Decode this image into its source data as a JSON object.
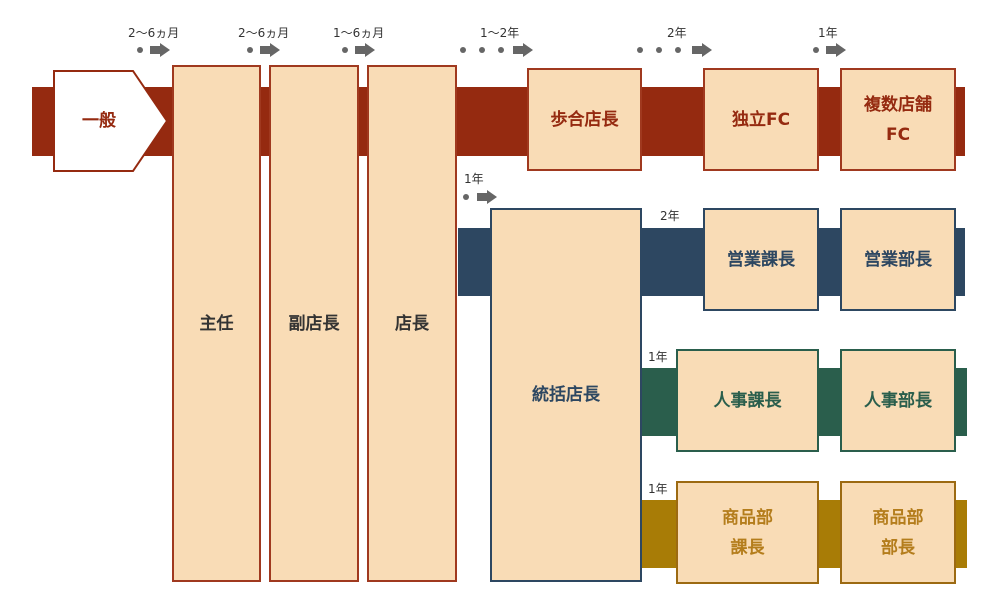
{
  "colors": {
    "main_track": "#952a10",
    "management_track": "#2d4761",
    "hr_track": "#2a5e4c",
    "merch_track": "#a87c06",
    "box_fill": "#f9dcb6",
    "arrow": "#666666"
  },
  "positions": {
    "general": "一般",
    "chief": "主任",
    "vice_manager": "副店長",
    "store_manager": "店長",
    "commission_manager": "歩合店長",
    "independent_fc": "独立FC",
    "multi_store_fc": "複数店舗\nFC",
    "general_manager": "統括店長",
    "sales_section_chief": "営業課長",
    "sales_dept_head": "営業部長",
    "hr_section_chief": "人事課長",
    "hr_dept_head": "人事部長",
    "merch_section_chief": "商品部\n課長",
    "merch_dept_head": "商品部\n部長"
  },
  "durations": {
    "to_chief": "2〜6ヵ月",
    "to_vice_manager": "2〜6ヵ月",
    "to_store_manager": "1〜6ヵ月",
    "to_commission_manager": "1〜2年",
    "to_independent_fc": "2年",
    "to_multi_store_fc": "1年",
    "to_general_manager": "1年",
    "to_sales_track": "2年",
    "to_hr_track": "1年",
    "to_merch_track": "1年"
  }
}
